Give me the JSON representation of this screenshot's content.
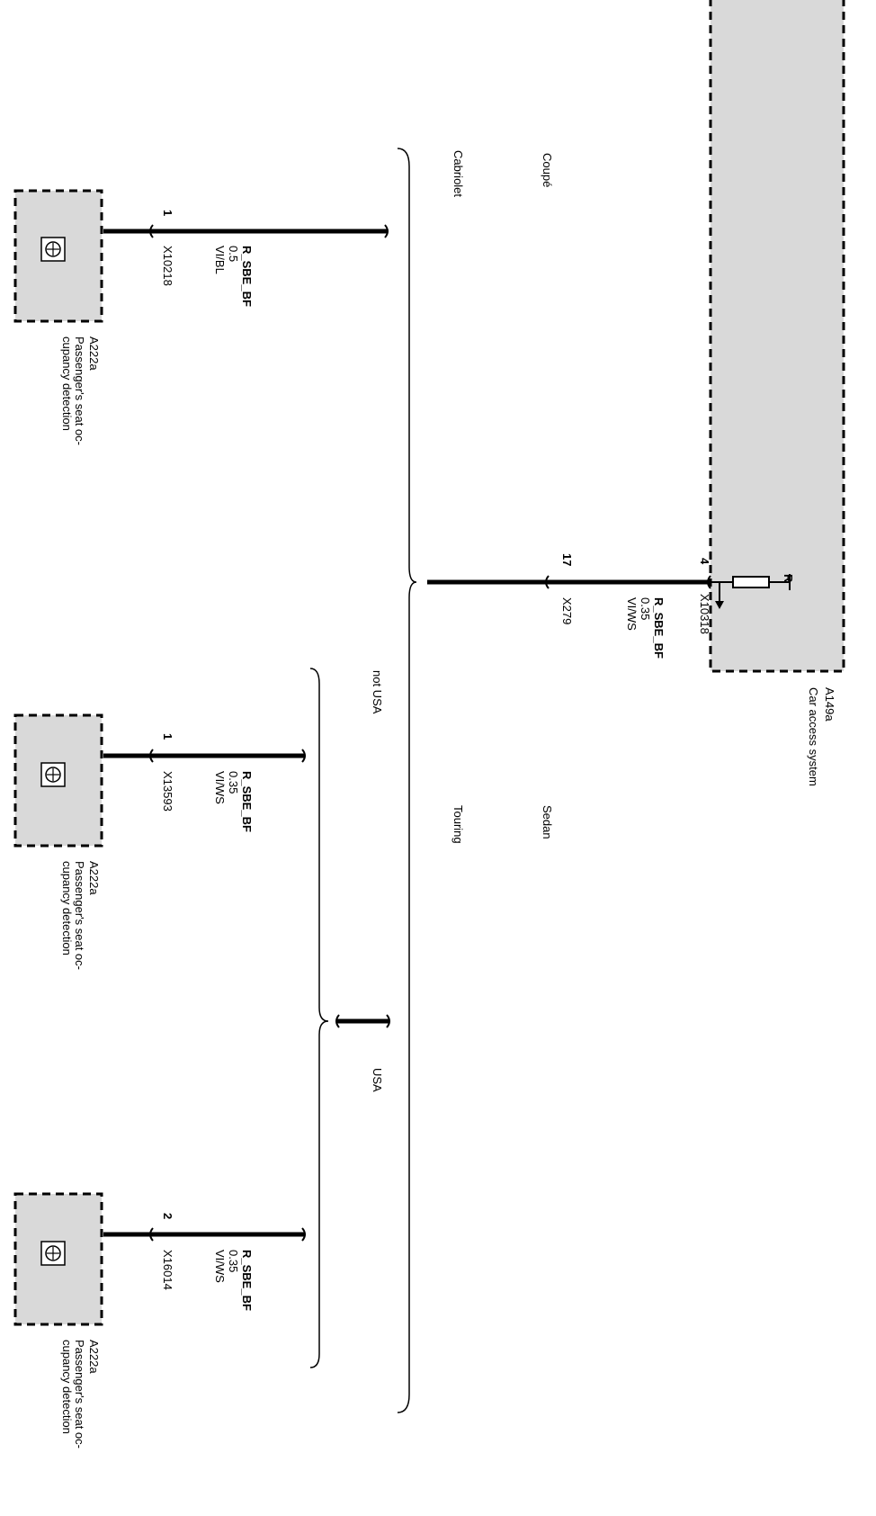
{
  "car_access": {
    "code": "A149a",
    "name": "Car access system",
    "connector": "X10318",
    "pin": "4",
    "resistor_label": "R"
  },
  "main_wire": {
    "name": "R_SBE_BF",
    "size": "0.35",
    "color": "VI/WS",
    "connector": "X279",
    "pin": "17"
  },
  "variants": {
    "cabriolet": "Cabriolet",
    "coupe": "Coupé",
    "sedan": "Sedan",
    "touring": "Touring",
    "not_usa": "not USA",
    "usa": "USA"
  },
  "branches": [
    {
      "wire": "R_SBE_BF",
      "size": "0.5",
      "color": "VI/BL",
      "connector": "X10218",
      "pin": "1",
      "module_code": "A222a",
      "module_line1": "Passenger's seat oc-",
      "module_line2": "cupancy detection"
    },
    {
      "wire": "R_SBE_BF",
      "size": "0.35",
      "color": "VI/WS",
      "connector": "X13593",
      "pin": "1",
      "module_code": "A222a",
      "module_line1": "Passenger's seat oc-",
      "module_line2": "cupancy detection"
    },
    {
      "wire": "R_SBE_BF",
      "size": "0.35",
      "color": "VI/WS",
      "connector": "X16014",
      "pin": "2",
      "module_code": "A222a",
      "module_line1": "Passenger's seat oc-",
      "module_line2": "cupancy detection"
    }
  ],
  "colors": {
    "module_fill": "#d9d9d9",
    "line": "#000000"
  }
}
